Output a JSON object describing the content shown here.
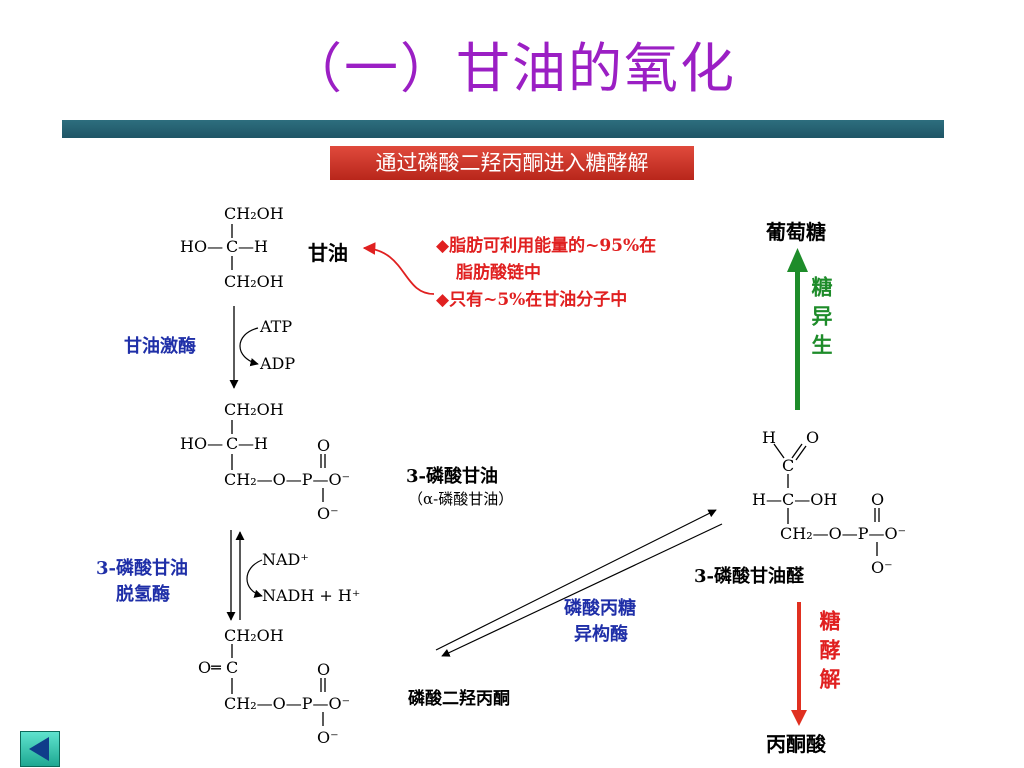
{
  "slide": {
    "title": "（一）甘油的氧化",
    "banner": "通过磷酸二羟丙酮进入糖酵解"
  },
  "glycerol": {
    "ch2oh_top": "CH₂OH",
    "ho": "HO—",
    "c": "C",
    "h": "—H",
    "ch2oh_bottom": "CH₂OH",
    "name": "甘油"
  },
  "notes": {
    "line1": "◆脂肪可利用能量的~95%在",
    "line2": "脂肪酸链中",
    "line3": "◆只有~5%在甘油分子中"
  },
  "step1": {
    "enzyme": "甘油激酶",
    "in": "ATP",
    "out": "ADP"
  },
  "g3p": {
    "ch2oh": "CH₂OH",
    "ho": "HO—",
    "c": "C",
    "h": "—H",
    "o_top": "O",
    "ch2_o_p": "CH₂—O—P—O⁻",
    "o_bottom": "O⁻",
    "name": "3-磷酸甘油",
    "alias": "（α-磷酸甘油）"
  },
  "step2": {
    "enzyme_line1": "3-磷酸甘油",
    "enzyme_line2": "脱氢酶",
    "in": "NAD⁺",
    "out": "NADH + H⁺"
  },
  "dhap": {
    "ch2oh": "CH₂OH",
    "o_eq": "O═",
    "c": "C",
    "o_top": "O",
    "ch2_o_p": "CH₂—O—P—O⁻",
    "o_bottom": "O⁻",
    "name": "磷酸二羟丙酮"
  },
  "isomerase": {
    "line1": "磷酸丙糖",
    "line2": "异构酶"
  },
  "gap": {
    "h": "H",
    "o": "O",
    "c1": "C",
    "h_c_oh": "H—C—OH",
    "o_top": "O",
    "ch2_o_p": "CH₂—O—P—O⁻",
    "o_bottom": "O⁻",
    "name": "3-磷酸甘油醛"
  },
  "right": {
    "glucose": "葡萄糖",
    "gluconeogenesis": "糖异生",
    "glycolysis": "糖酵解",
    "pyruvate": "丙酮酸"
  },
  "nav": {
    "back_icon": "triangle-left-icon"
  },
  "colors": {
    "title": "#9b1fc4",
    "enzyme": "#1f2fa8",
    "note": "#e02020",
    "gluconeogenesis": "#1e8c2a",
    "glycolysis": "#e02020",
    "topbar": "#2d6e7e"
  }
}
